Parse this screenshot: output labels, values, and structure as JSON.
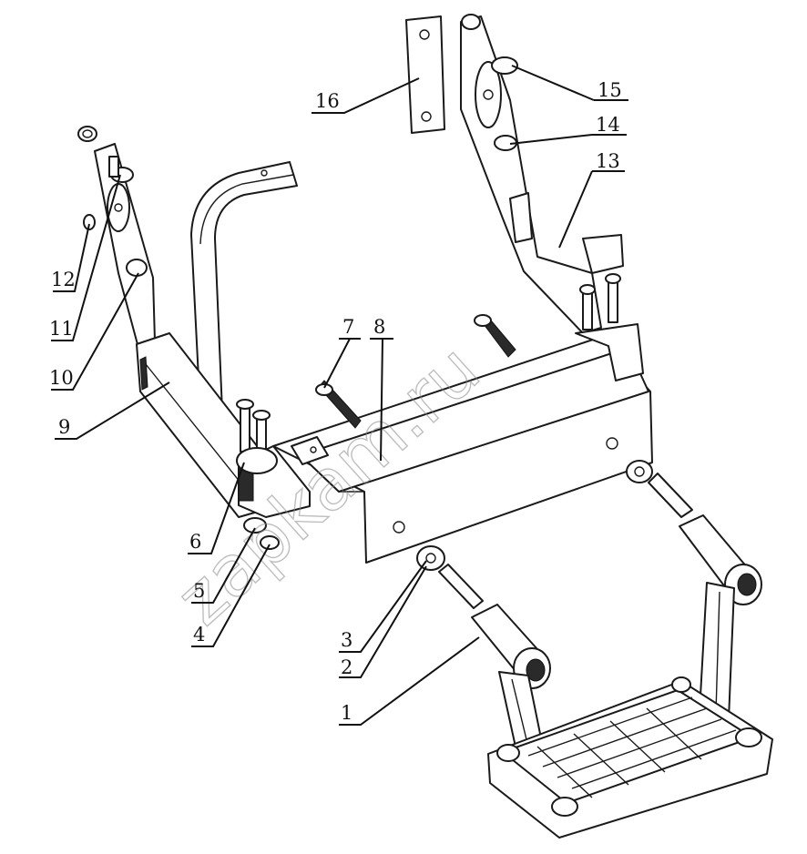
{
  "watermark": "zapkam.ru",
  "parts": [
    {
      "id": "1",
      "label": "1"
    },
    {
      "id": "2",
      "label": "2"
    },
    {
      "id": "3",
      "label": "3"
    },
    {
      "id": "4",
      "label": "4"
    },
    {
      "id": "5",
      "label": "5"
    },
    {
      "id": "6",
      "label": "6"
    },
    {
      "id": "7",
      "label": "7"
    },
    {
      "id": "8",
      "label": "8"
    },
    {
      "id": "9",
      "label": "9"
    },
    {
      "id": "10",
      "label": "10"
    },
    {
      "id": "11",
      "label": "11"
    },
    {
      "id": "12",
      "label": "12"
    },
    {
      "id": "13",
      "label": "13"
    },
    {
      "id": "14",
      "label": "14"
    },
    {
      "id": "15",
      "label": "15"
    },
    {
      "id": "16",
      "label": "16"
    }
  ],
  "colors": {
    "line": "#1a1a1a",
    "fill": "#ffffff",
    "watermark": "#8a8a8a"
  }
}
